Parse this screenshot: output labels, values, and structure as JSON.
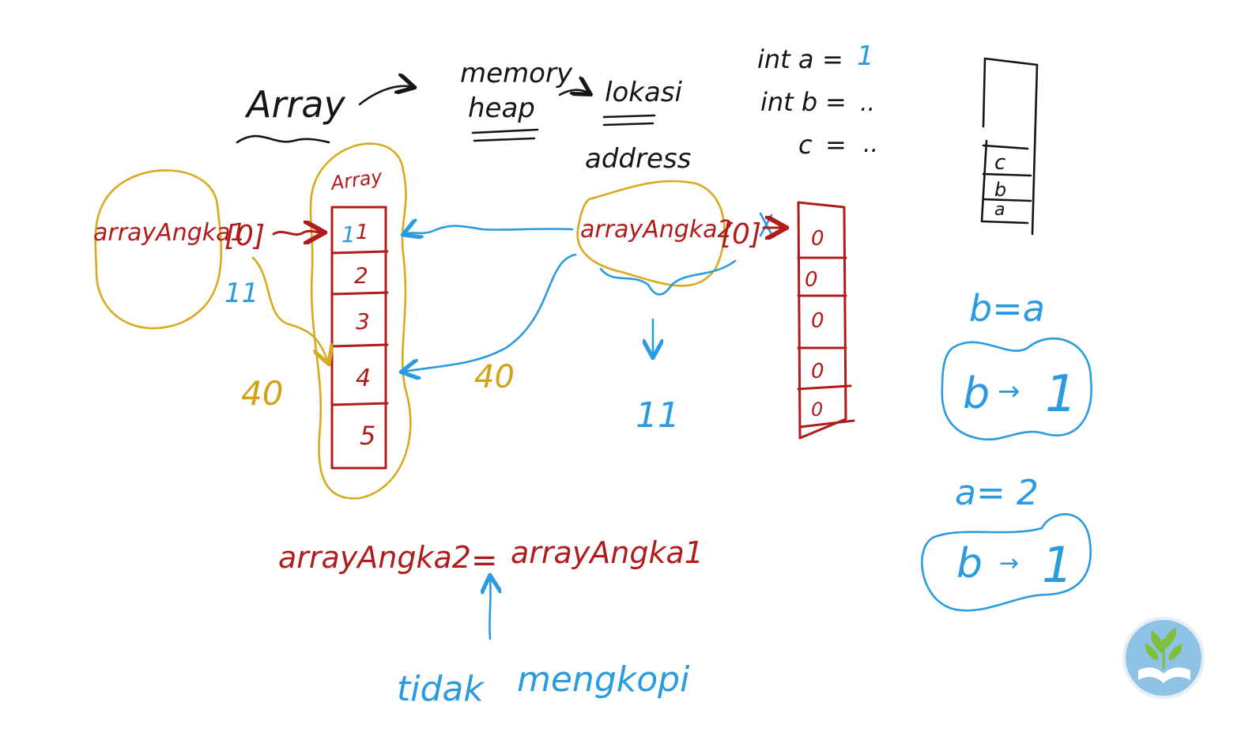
{
  "title": {
    "array": "Array",
    "memory_heap": [
      "memory",
      "heap"
    ],
    "lokasi": "lokasi",
    "address": "address"
  },
  "array_box": {
    "label": "Array",
    "cells": [
      "1",
      "2",
      "3",
      "4",
      "5"
    ],
    "overwrite": "1"
  },
  "arr1": {
    "name": "arrayAngka1",
    "index": "[0]",
    "assigned": "11",
    "size": "40"
  },
  "arr2": {
    "name": "arrayAngka2",
    "index": "[0]",
    "size": "40",
    "down_value": "11"
  },
  "zero_array": {
    "cells": [
      "0",
      "0",
      "0",
      "0",
      "0"
    ]
  },
  "assignment": {
    "left": "arrayAngka2",
    "op": "=",
    "right": "arrayAngka1"
  },
  "note": {
    "word1": "tidak",
    "word2": "mengkopi"
  },
  "vars": [
    {
      "decl": "int a",
      "eq": "=",
      "value": "1"
    },
    {
      "decl": "int b",
      "eq": "=",
      "value": ".."
    },
    {
      "decl": "c",
      "eq": "=",
      "value": ".."
    }
  ],
  "stack": {
    "cells": [
      "c",
      "b",
      "a"
    ]
  },
  "right_notes": {
    "b_eq_a": "b=a",
    "box1": {
      "var": "b",
      "arrow": "→",
      "val": "1"
    },
    "a_eq_2": "a= 2",
    "box2": {
      "var": "b",
      "arrow": "→",
      "val": "1"
    }
  },
  "colors": {
    "red": "#b01c1c",
    "blue": "#2a9be0",
    "gold": "#d9a91f",
    "ink": "#151515",
    "logo_bg": "#8ec3e6",
    "logo_leaf": "#7fbf3f"
  }
}
